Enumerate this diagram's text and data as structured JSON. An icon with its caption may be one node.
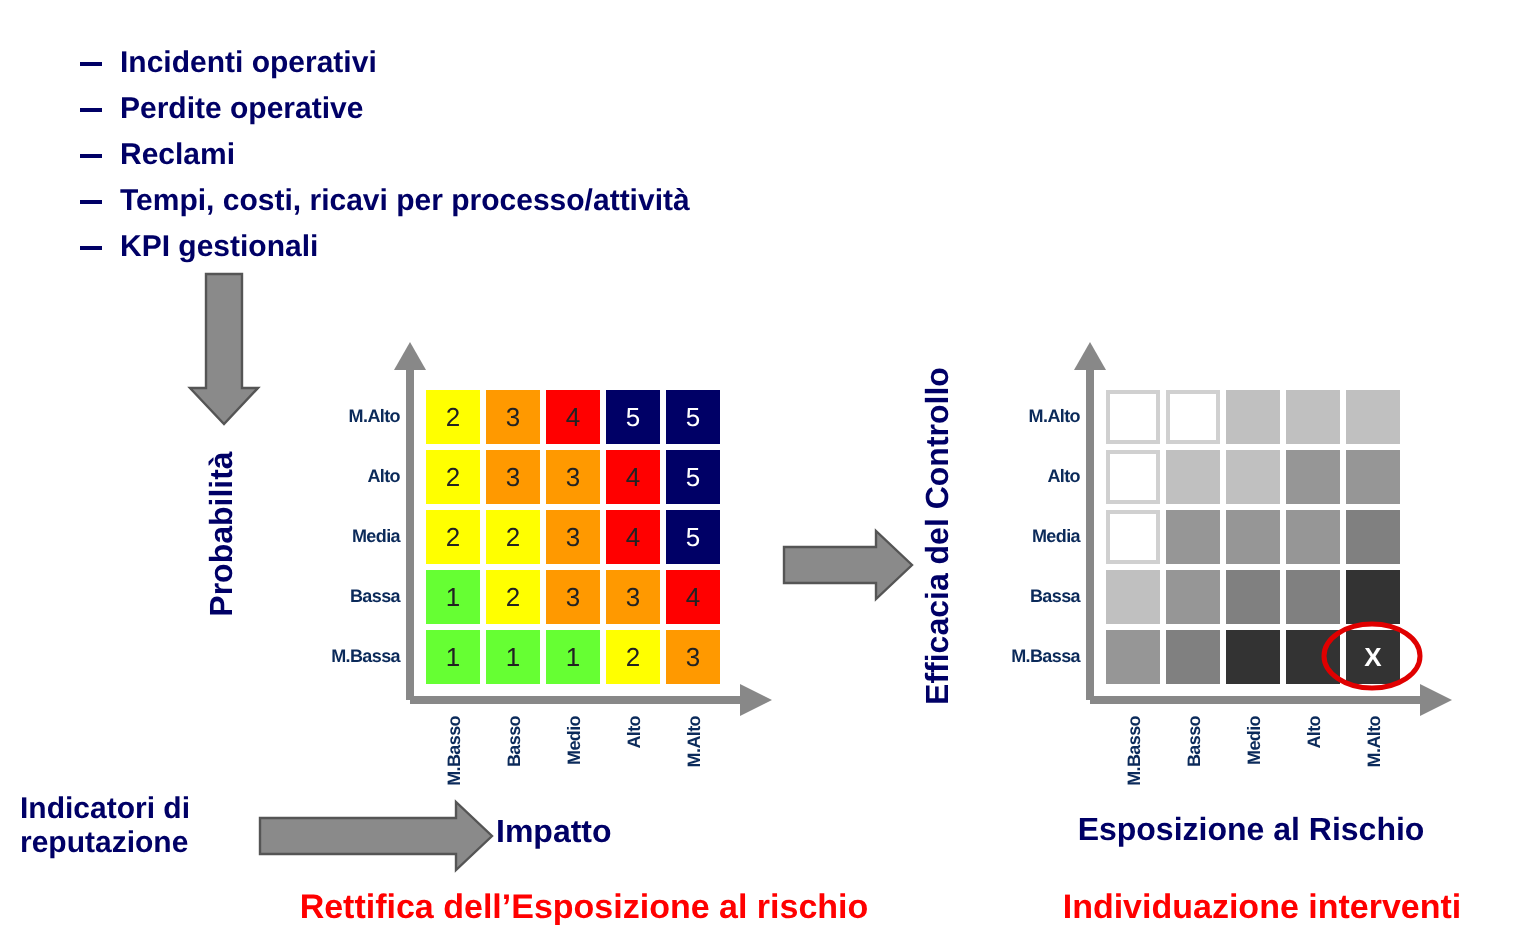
{
  "diagram": {
    "nodes": [
      {
        "text": [
          "Incidenti operativi",
          "Perdite operative",
          "Reclami",
          "Tempi, costi, ricavi per processo/attività",
          "KPI gestionali"
        ]
      },
      {
        "text": [
          "Probabilità"
        ]
      },
      {
        "text": [],
        "shape": "box"
      },
      {
        "text": [
          "Impatto"
        ]
      },
      {
        "text": [
          "Indicatori di reputazione"
        ]
      },
      {
        "text": [
          "Efficacia del Controllo",
          "Esposizione al Rischio"
        ]
      },
      {
        "text": [],
        "shape": "box",
        "in": 5
      }
    ],
    "edges": [
      {
        "from": 0,
        "to": 1,
        "arrow": "to"
      },
      {
        "from": 4,
        "to": 3,
        "arrow": "to"
      },
      {
        "from": 2,
        "to": 5,
        "arrow": "to"
      }
    ],
    "labels": [
      "M.Alto",
      "2",
      "3",
      "4",
      "5",
      "5",
      "Alto",
      "2",
      "3",
      "3",
      "4",
      "5",
      "Media",
      "2",
      "2",
      "3",
      "4",
      "5",
      "Bassa",
      "1",
      "2",
      "3",
      "3",
      "4",
      "M.Bassa",
      "1",
      "1",
      "1",
      "2",
      "3",
      "M.Basso",
      "Basso",
      "Medio",
      "Alto",
      "M.Alto",
      "M.Alto",
      "Alto",
      "Media",
      "Bassa",
      "M.Bassa",
      "X",
      "M.Basso",
      "Basso",
      "Medio",
      "Alto",
      "M.Alto",
      "Rettifica dell’Esposizione al rischio",
      "Individuazione interventi"
    ]
  }
}
